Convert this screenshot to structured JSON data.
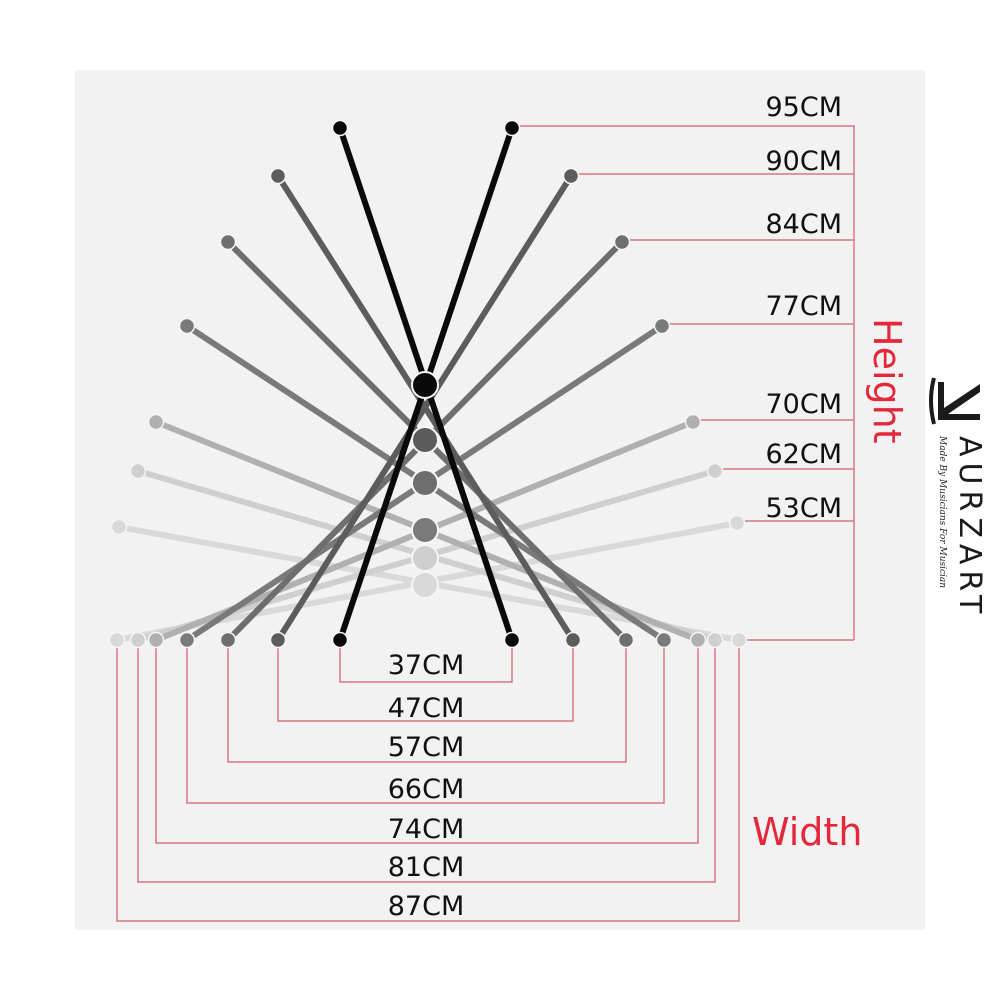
{
  "colors": {
    "accent": "#e4283c",
    "guide": "#d9767f",
    "background": "#f2f2f2"
  },
  "heights": {
    "title": "Height",
    "labels": [
      "95CM",
      "90CM",
      "84CM",
      "77CM",
      "70CM",
      "62CM",
      "53CM"
    ]
  },
  "widths": {
    "title": "Width",
    "labels": [
      "37CM",
      "47CM",
      "57CM",
      "66CM",
      "74CM",
      "81CM",
      "87CM"
    ]
  },
  "legs": [
    {
      "height_cm": 95,
      "width_cm": 37,
      "shade": "#0a0a0a"
    },
    {
      "height_cm": 90,
      "width_cm": 47,
      "shade": "#5c5c5c"
    },
    {
      "height_cm": 84,
      "width_cm": 57,
      "shade": "#6e6e6e"
    },
    {
      "height_cm": 77,
      "width_cm": 66,
      "shade": "#7a7a7a"
    },
    {
      "height_cm": 70,
      "width_cm": 74,
      "shade": "#b0b0b0"
    },
    {
      "height_cm": 62,
      "width_cm": 81,
      "shade": "#cfcfcf"
    },
    {
      "height_cm": 53,
      "width_cm": 87,
      "shade": "#d9d9d9"
    }
  ],
  "brand": {
    "name": "AURZART",
    "tagline": "Made By Musicians For Musician"
  }
}
